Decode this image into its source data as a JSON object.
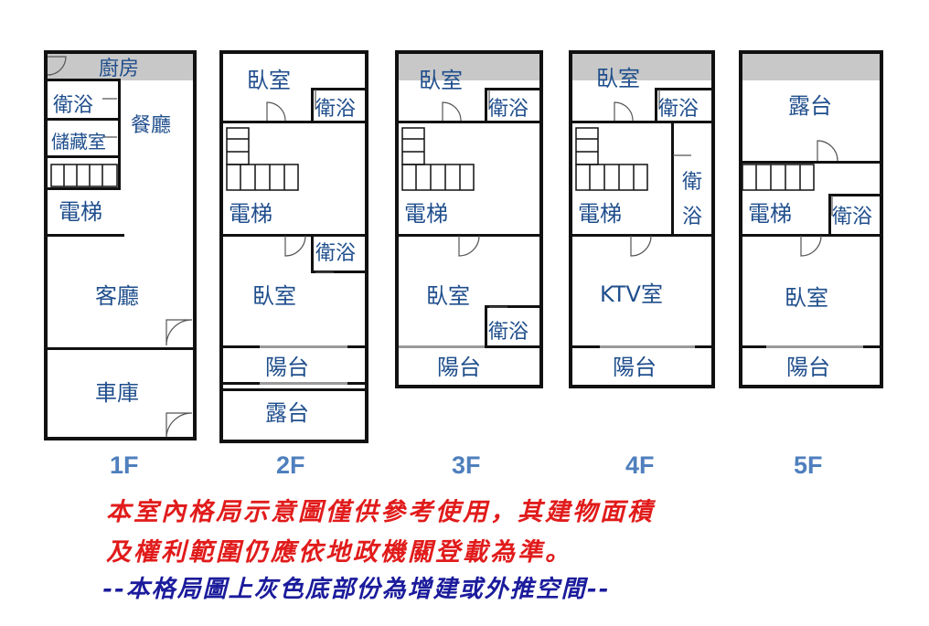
{
  "colors": {
    "wall": "#111111",
    "gray_area": "#c8c8c8",
    "room_text": "#1f4e8c",
    "floor_text": "#4f7fbd",
    "note_red": "#e11b1b",
    "note_blue": "#1b1b9c"
  },
  "floors": [
    {
      "label": "1F",
      "rooms": [
        {
          "key": "kitchen",
          "label": "廚房"
        },
        {
          "key": "bath",
          "label": "衛浴"
        },
        {
          "key": "dining",
          "label": "餐廳"
        },
        {
          "key": "storage",
          "label": "儲藏室"
        },
        {
          "key": "elevator",
          "label": "電梯"
        },
        {
          "key": "living",
          "label": "客廳"
        },
        {
          "key": "garage",
          "label": "車庫"
        }
      ]
    },
    {
      "label": "2F",
      "rooms": [
        {
          "key": "bedroom_top",
          "label": "臥室"
        },
        {
          "key": "bath_top",
          "label": "衛浴"
        },
        {
          "key": "elevator",
          "label": "電梯"
        },
        {
          "key": "bath_mid",
          "label": "衛浴"
        },
        {
          "key": "bedroom",
          "label": "臥室"
        },
        {
          "key": "balcony",
          "label": "陽台"
        },
        {
          "key": "terrace",
          "label": "露台"
        }
      ]
    },
    {
      "label": "3F",
      "rooms": [
        {
          "key": "bedroom_top",
          "label": "臥室"
        },
        {
          "key": "bath_top",
          "label": "衛浴"
        },
        {
          "key": "elevator",
          "label": "電梯"
        },
        {
          "key": "bedroom",
          "label": "臥室"
        },
        {
          "key": "bath_low",
          "label": "衛浴"
        },
        {
          "key": "balcony",
          "label": "陽台"
        }
      ]
    },
    {
      "label": "4F",
      "rooms": [
        {
          "key": "bedroom_top",
          "label": "臥室"
        },
        {
          "key": "bath_top",
          "label": "衛浴"
        },
        {
          "key": "elevator",
          "label": "電梯"
        },
        {
          "key": "bath_v1",
          "label": "衛"
        },
        {
          "key": "bath_v2",
          "label": "浴"
        },
        {
          "key": "ktv",
          "label": "KTV室"
        },
        {
          "key": "balcony",
          "label": "陽台"
        }
      ]
    },
    {
      "label": "5F",
      "rooms": [
        {
          "key": "terrace",
          "label": "露台"
        },
        {
          "key": "elevator",
          "label": "電梯"
        },
        {
          "key": "bath",
          "label": "衛浴"
        },
        {
          "key": "bedroom",
          "label": "臥室"
        },
        {
          "key": "balcony",
          "label": "陽台"
        }
      ]
    }
  ],
  "notes": {
    "line1": "本室內格局示意圖僅供參考使用，其建物面積",
    "line2": "及權利範圍仍應依地政機關登載為準。",
    "line3": "--本格局圖上灰色底部份為增建或外推空間--"
  }
}
